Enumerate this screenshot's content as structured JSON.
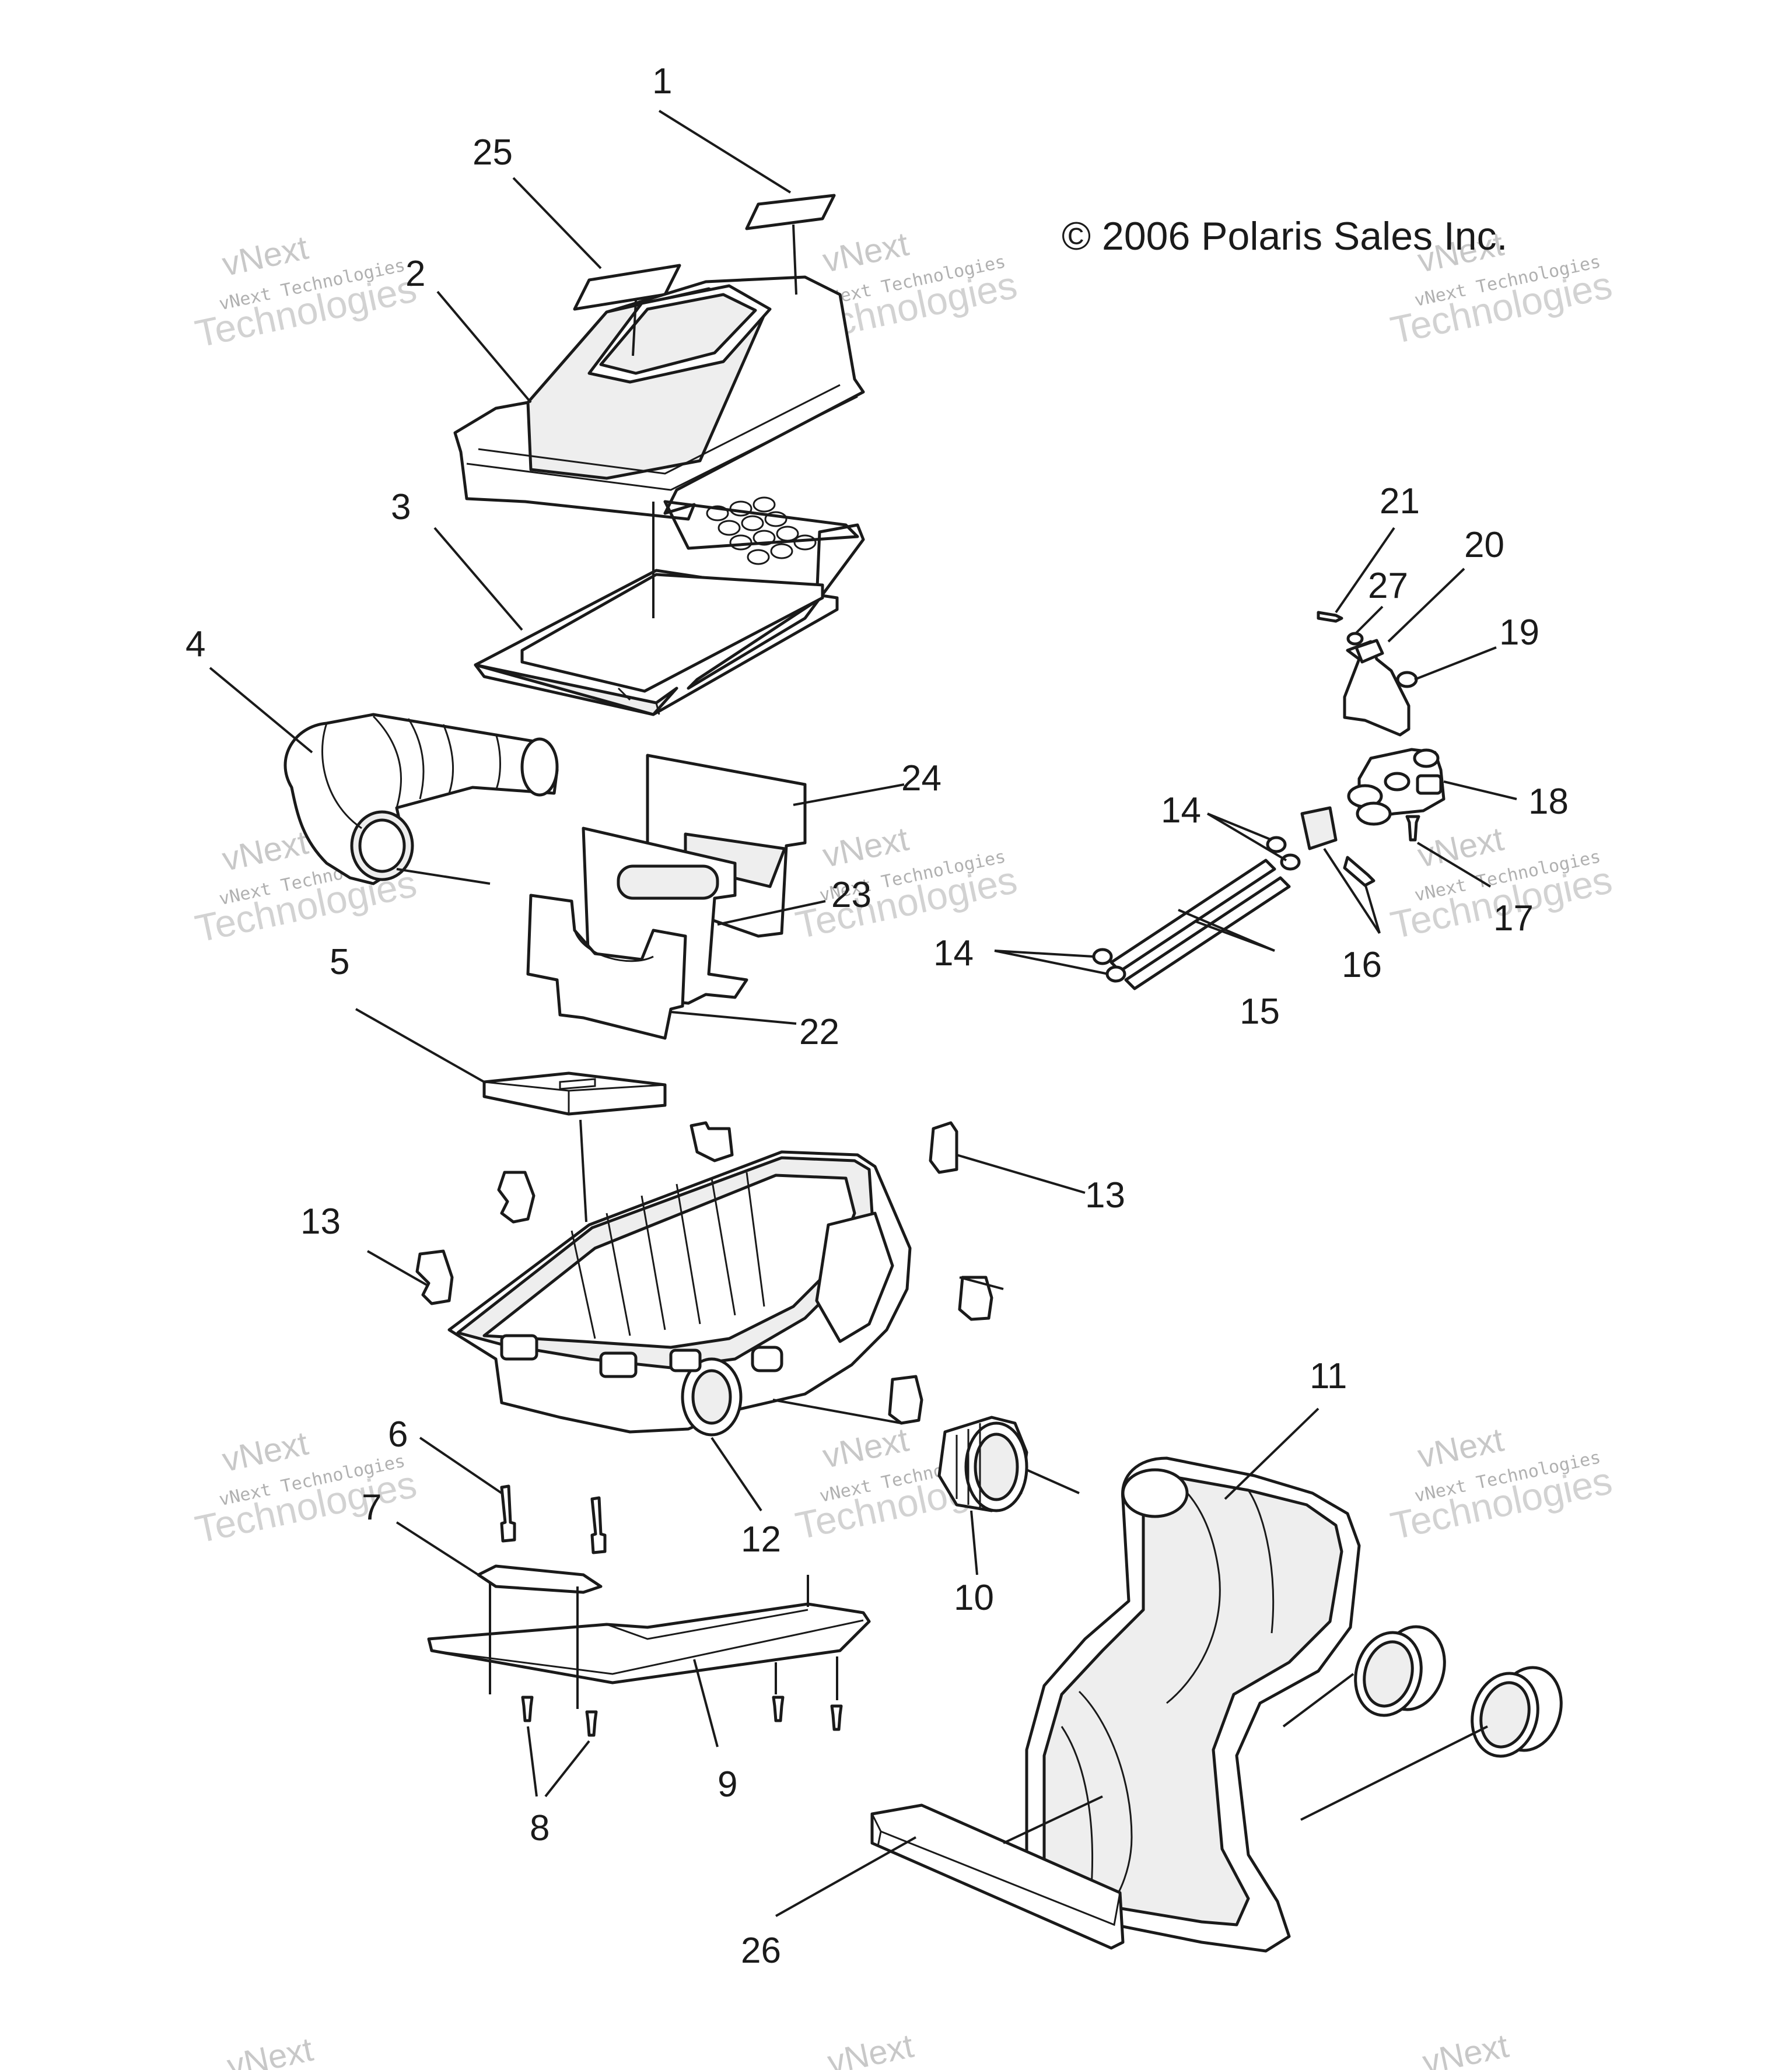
{
  "copyright": "© 2006 Polaris Sales Inc.",
  "watermark": {
    "brand": "vNext",
    "company": "vNext Technologies",
    "word": "Technologies"
  },
  "callouts": {
    "c1": "1",
    "c2": "2",
    "c3": "3",
    "c4": "4",
    "c5": "5",
    "c6": "6",
    "c7": "7",
    "c8": "8",
    "c9": "9",
    "c10": "10",
    "c11": "11",
    "c12": "12",
    "c13a": "13",
    "c13b": "13",
    "c14a": "14",
    "c14b": "14",
    "c15": "15",
    "c16": "16",
    "c17": "17",
    "c18": "18",
    "c19": "19",
    "c20": "20",
    "c21": "21",
    "c22": "22",
    "c23": "23",
    "c24": "24",
    "c25": "25",
    "c26": "26",
    "c27": "27"
  }
}
